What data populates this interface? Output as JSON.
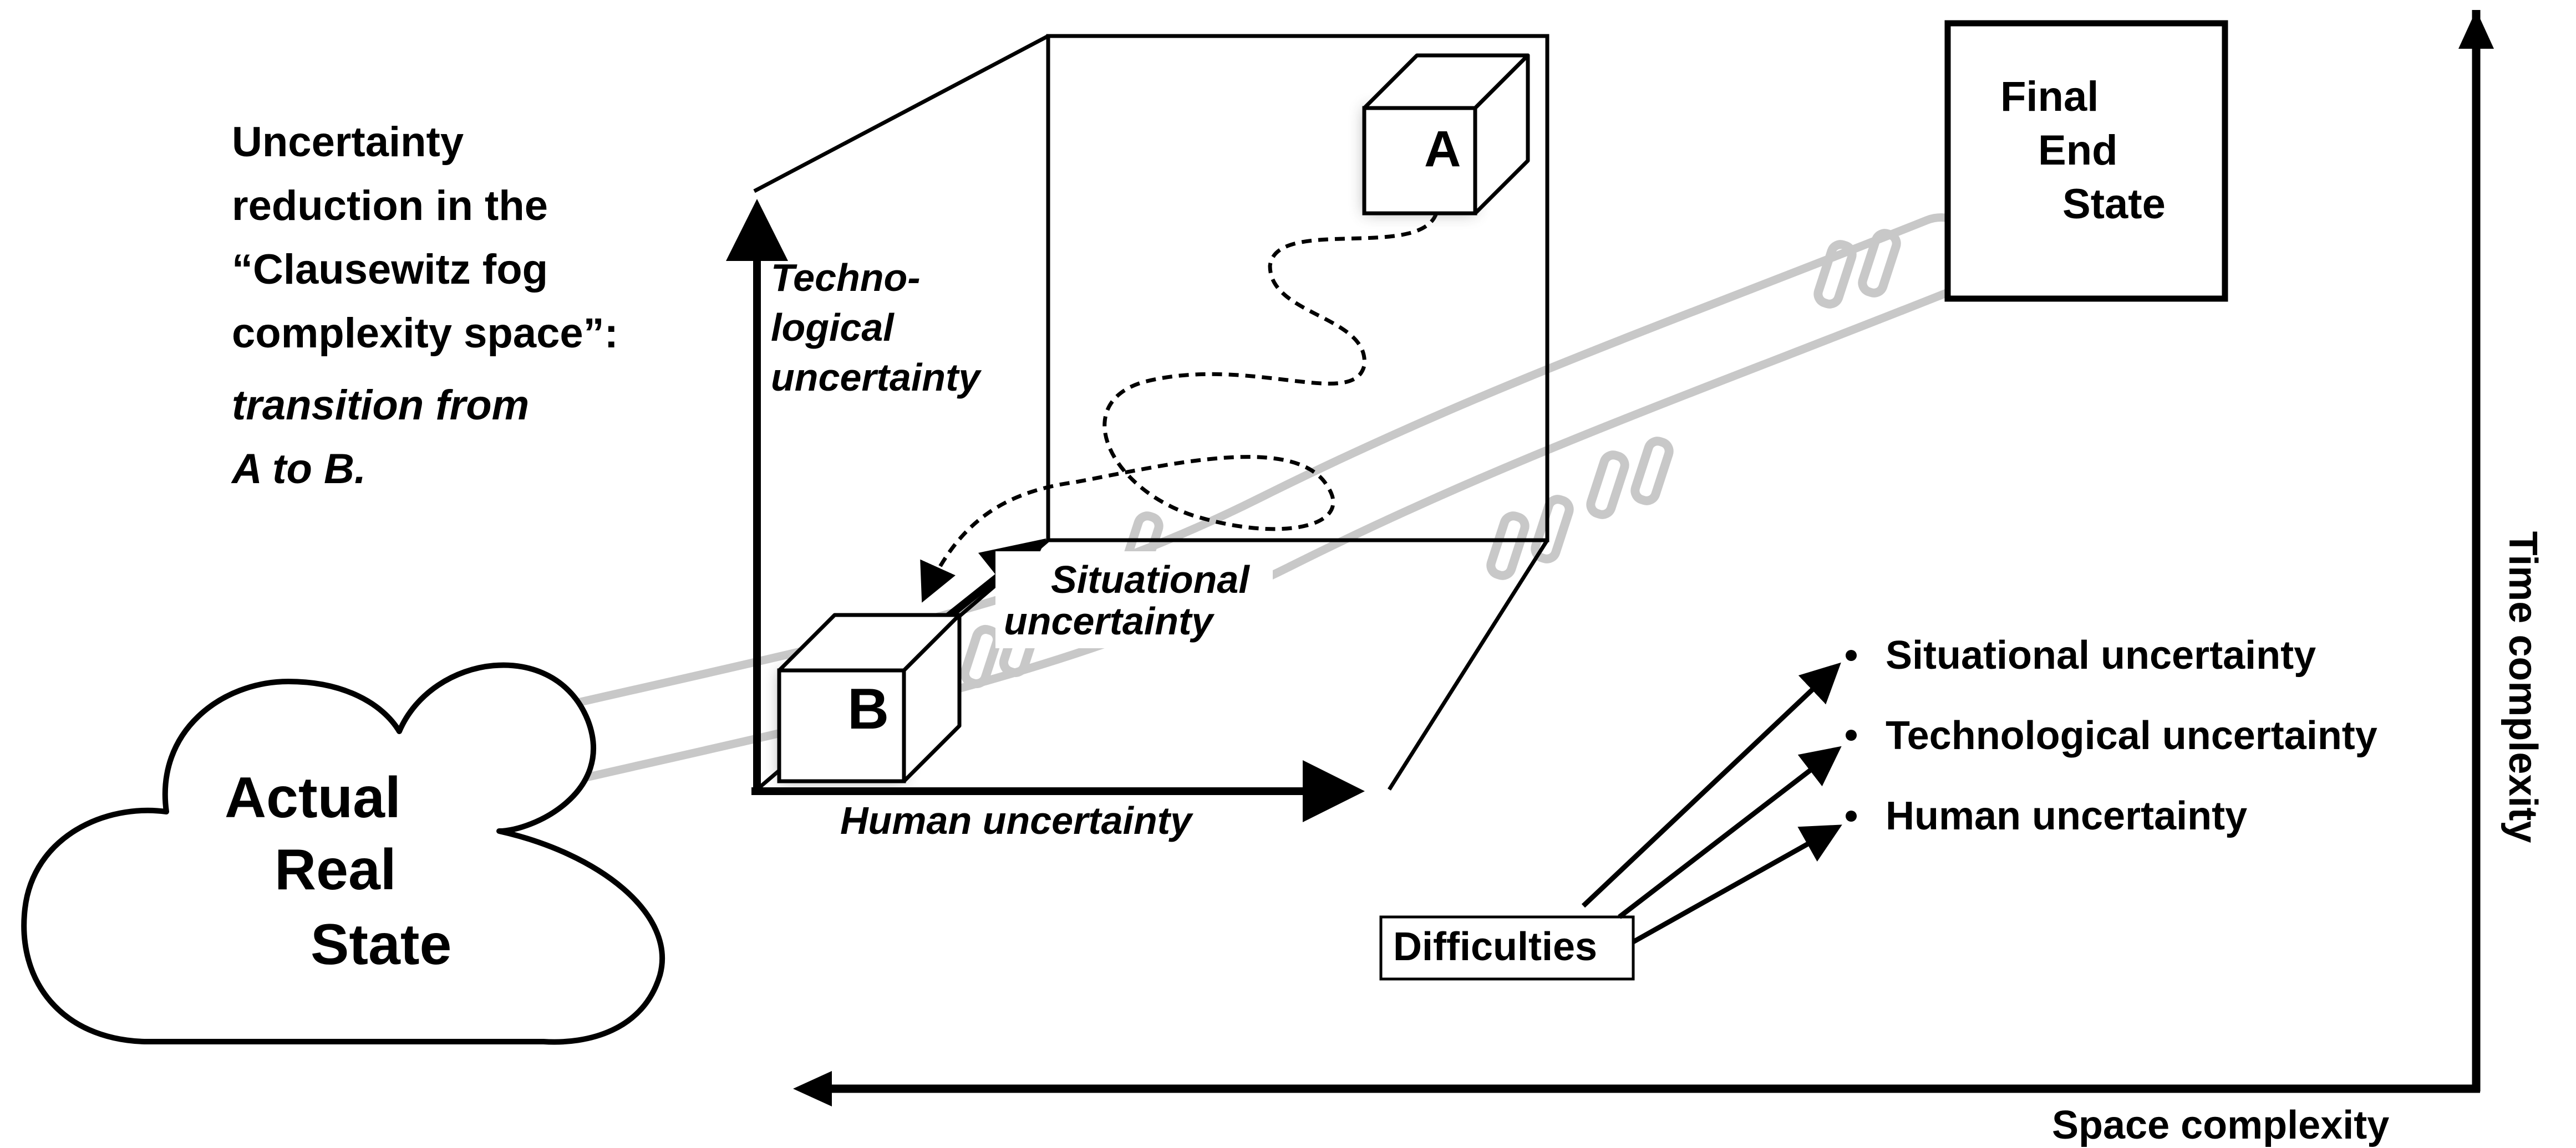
{
  "caption": {
    "line1": "Uncertainty",
    "line2": "reduction in the",
    "line3": "“Clausewitz fog",
    "line4": "complexity space”:",
    "line5": "transition from",
    "line6": "A to B."
  },
  "cube_axes": {
    "vertical": [
      "Techno-",
      "logical",
      "uncertainty"
    ],
    "depth": [
      "Situational",
      "uncertainty"
    ],
    "horizontal": "Human uncertainty"
  },
  "states": {
    "actual": [
      "Actual",
      "Real",
      "State"
    ],
    "final": [
      "Final",
      "End",
      "State"
    ]
  },
  "boxes": {
    "a": "A",
    "b": "B"
  },
  "difficulties": {
    "label": "Difficulties",
    "items": [
      "Situational uncertainty",
      "Technological uncertainty",
      "Human uncertainty"
    ]
  },
  "outer_axes": {
    "time": "Time complexity",
    "space": "Space complexity"
  },
  "colors": {
    "stroke": "#000000",
    "road": "#c8c8c8",
    "background": "#ffffff"
  }
}
